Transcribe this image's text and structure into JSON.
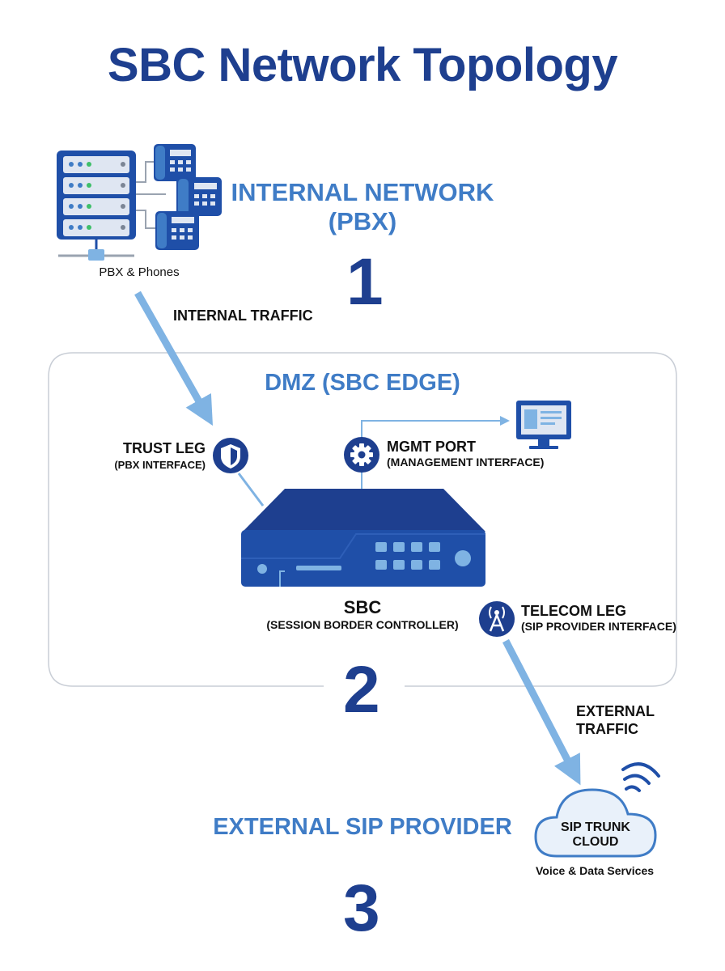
{
  "title": "SBC Network Topology",
  "internal": {
    "heading_line1": "INTERNAL NETWORK",
    "heading_line2": "(PBX)",
    "number": "1",
    "device_caption": "PBX & Phones",
    "traffic_label": "INTERNAL TRAFFIC"
  },
  "dmz": {
    "heading": "DMZ (SBC EDGE)",
    "number": "2",
    "trust_leg": {
      "label": "TRUST LEG",
      "sub": "(PBX INTERFACE)",
      "icon": "shield-icon"
    },
    "mgmt_port": {
      "label": "MGMT PORT",
      "sub": "(MANAGEMENT INTERFACE)",
      "icon": "gear-icon"
    },
    "sbc": {
      "label": "SBC",
      "sub": "(SESSION BORDER CONTROLLER)"
    },
    "telecom_leg": {
      "label": "TELECOM LEG",
      "sub": "(SIP PROVIDER INTERFACE)",
      "icon": "antenna-icon"
    }
  },
  "external": {
    "heading": "EXTERNAL SIP PROVIDER",
    "number": "3",
    "traffic_label_line1": "EXTERNAL",
    "traffic_label_line2": "TRAFFIC",
    "cloud_line1": "SIP TRUNK",
    "cloud_line2": "CLOUD",
    "cloud_caption": "Voice & Data Services"
  },
  "colors": {
    "dark_blue": "#1e3f8f",
    "mid_blue": "#3f7cc6",
    "light_blue": "#7fb3e3",
    "device_blue": "#1f4fa8",
    "frame_gray": "#c9ced6"
  }
}
